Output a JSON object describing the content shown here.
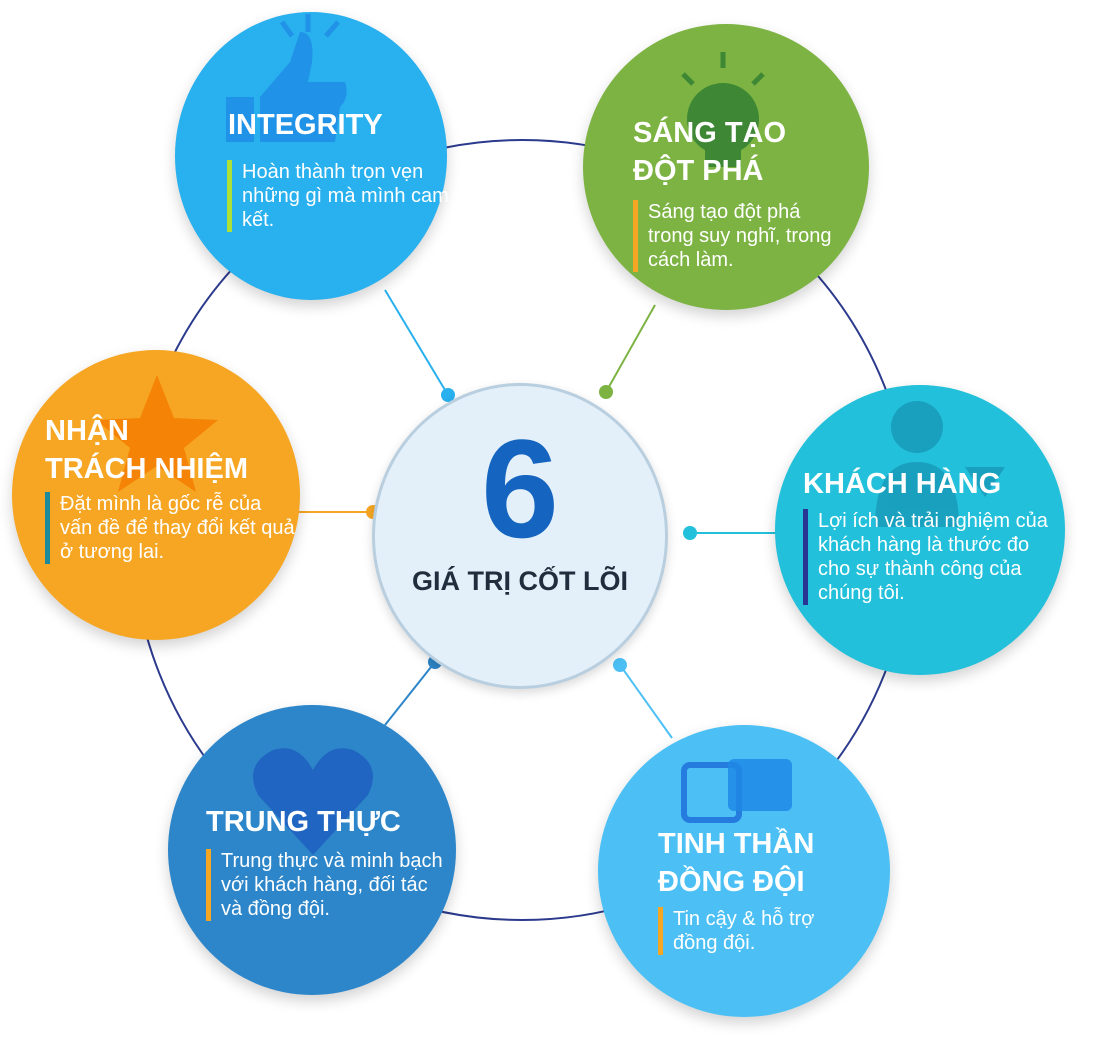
{
  "center": {
    "number": "6",
    "label": "GIÁ TRỊ CỐT LÕI"
  },
  "values": [
    {
      "title_lines": [
        "INTEGRITY"
      ],
      "description": "Hoàn thành trọn vẹn những gì mà mình cam kết.",
      "color": "#29b0ee",
      "accent": "#aee03a",
      "icon": "thumbs-up-icon"
    },
    {
      "title_lines": [
        "SÁNG TẠO",
        "ĐỘT PHÁ"
      ],
      "description": "Sáng tạo đột phá trong suy nghĩ, trong cách làm.",
      "color": "#7cb342",
      "accent": "#f5a623",
      "icon": "lightbulb-icon"
    },
    {
      "title_lines": [
        "KHÁCH HÀNG"
      ],
      "description": "Lợi ích và trải nghiệm của khách hàng là thước đo cho sự thành công của chúng tôi.",
      "color": "#22c0da",
      "accent": "#283593",
      "icon": "person-icon"
    },
    {
      "title_lines": [
        "TINH THẦN",
        "ĐỒNG ĐỘI"
      ],
      "description": "Tin cậy & hỗ trợ đồng đội.",
      "color": "#4cc0f5",
      "accent": "#f5a623",
      "icon": "puzzle-icon"
    },
    {
      "title_lines": [
        "TRUNG THỰC"
      ],
      "description": "Trung thực và minh bạch với khách hàng, đối tác và đồng đội.",
      "color": "#2d86c9",
      "accent": "#f5a623",
      "icon": "heart-hands-icon"
    },
    {
      "title_lines": [
        "NHẬN",
        "TRÁCH NHIỆM"
      ],
      "description": "Đặt mình là gốc rễ của vấn đề để thay đổi kết quả ở tương lai.",
      "color": "#f6a623",
      "accent": "#1b8a9a",
      "icon": "star-icon"
    }
  ]
}
